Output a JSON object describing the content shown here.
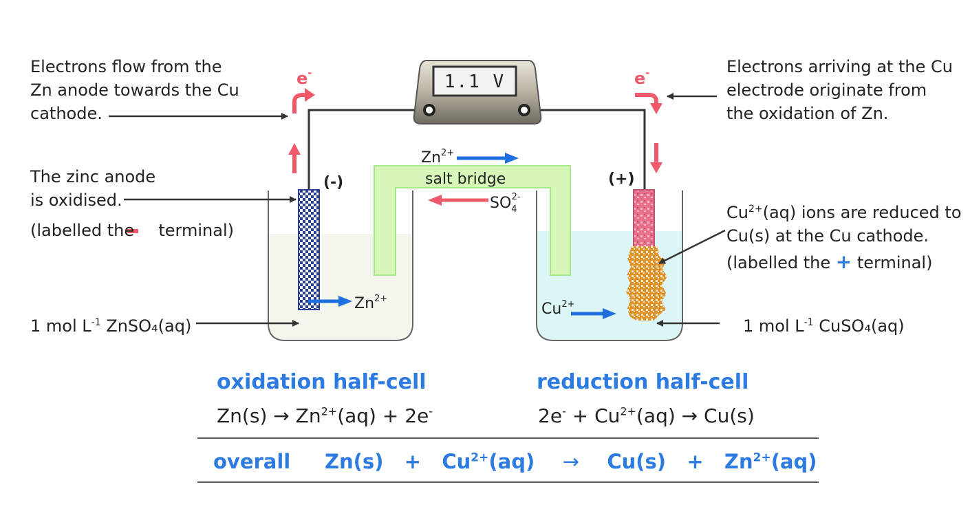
{
  "voltmeter": {
    "reading": "1.1 V"
  },
  "electron_label": "e",
  "electron_charge": "-",
  "anode": {
    "polarity": "(-)",
    "ion_label": "Zn",
    "ion_charge": "2+"
  },
  "cathode": {
    "polarity": "(+)",
    "ion_label": "Cu",
    "ion_charge": "2+"
  },
  "salt_bridge": {
    "label": "salt bridge",
    "cation": "Zn",
    "cation_charge": "2+",
    "anion": "SO",
    "anion_sub": "4",
    "anion_charge": "2-"
  },
  "annotations": {
    "left_electrons": [
      "Electrons flow from the",
      "Zn anode towards the Cu",
      "cathode."
    ],
    "right_electrons": [
      "Electrons arriving at the Cu",
      "electrode originate from",
      "the oxidation of Zn."
    ],
    "zinc_anode": [
      "The zinc anode",
      "is oxidised."
    ],
    "zinc_terminal": {
      "prefix": "(labelled the",
      "symbol": "-",
      "suffix": "terminal)"
    },
    "cu_ions": {
      "line1_ion": "Cu",
      "line1_charge": "2+",
      "line1_rest": "(aq) ions are reduced to",
      "line2": "Cu(s) at the Cu cathode."
    },
    "cu_terminal": {
      "prefix": "(labelled the",
      "symbol": "+",
      "suffix": "terminal)"
    },
    "left_solution": {
      "pre": "1 mol L",
      "exp": "-1",
      "post": "ZnSO₄(aq)"
    },
    "right_solution": {
      "pre": "1 mol L",
      "exp": "-1",
      "post": "CuSO₄(aq)"
    }
  },
  "equations": {
    "oxidation_title": "oxidation half-cell",
    "oxidation": {
      "lhs": "Zn(s)",
      "arrow": "→",
      "ion": "Zn",
      "charge": "2+",
      "rest": "(aq) + 2e",
      "e_charge": "-"
    },
    "reduction_title": "reduction half-cell",
    "reduction": {
      "lhs": "2e",
      "e_charge": "-",
      "plus": " + Cu",
      "charge": "2+",
      "rest": "(aq)",
      "arrow": "→",
      "product": "Cu(s)"
    },
    "overall_label": "overall",
    "overall": {
      "a": "Zn(s)",
      "plus1": "+",
      "b": "Cu",
      "b_charge": "2+",
      "b_rest": "(aq)",
      "arrow": "→",
      "c": "Cu(s)",
      "plus2": "+",
      "d": "Zn",
      "d_charge": "2+",
      "d_rest": "(aq)"
    }
  },
  "colors": {
    "electron_arrow": "#ee5a6a",
    "ion_arrow": "#1f6fe0",
    "anion_arrow": "#ee5a6a",
    "accent_blue": "#2d7be0",
    "salt_bridge": "#c9f5a6",
    "zinc_electrode": "#2a3f8f",
    "copper_electrode": "#e8708c",
    "copper_deposit": "#e0922a",
    "left_solution": "#f4f5ec",
    "right_solution": "#dcf5f5"
  }
}
